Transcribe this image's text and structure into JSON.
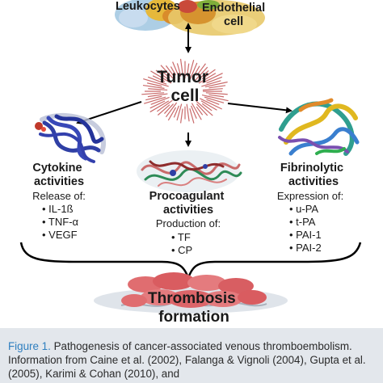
{
  "top_labels": {
    "left": "Leukocytes",
    "right": "Endothelial cell"
  },
  "center": {
    "line1": "Tumor",
    "line2": "cell"
  },
  "left_branch": {
    "title_line1": "Cytokine",
    "title_line2": "activities",
    "subtitle": "Release of:",
    "items": [
      "IL-1ß",
      "TNF-α",
      "VEGF"
    ]
  },
  "middle_branch": {
    "title_line1": "Procoagulant",
    "title_line2": "activities",
    "subtitle": "Production of:",
    "items": [
      "TF",
      "CP"
    ]
  },
  "right_branch": {
    "title_line1": "Fibrinolytic",
    "title_line2": "activities",
    "subtitle": "Expression of:",
    "items": [
      "u-PA",
      "t-PA",
      "PAI-1",
      "PAI-2"
    ]
  },
  "bottom": {
    "line1": "Thrombosis",
    "line2": "formation"
  },
  "caption": {
    "label": "Figure 1.",
    "text": " Pathogenesis of cancer-associated venous thromboembolism. Information from Caine et al. (2002), Falanga & Vignoli (2004), Gupta et al. (2005), Karimi & Cohan (2010), and"
  },
  "colors": {
    "text": "#1a1a1a",
    "arrow": "#000000",
    "tumor_spikes": "#c96a6a",
    "cytokine_ribbon": "#2f3fa5",
    "thrombus": "#e06d70",
    "caption_bg": "#e3e7ec",
    "caption_label": "#2f7fbf"
  }
}
